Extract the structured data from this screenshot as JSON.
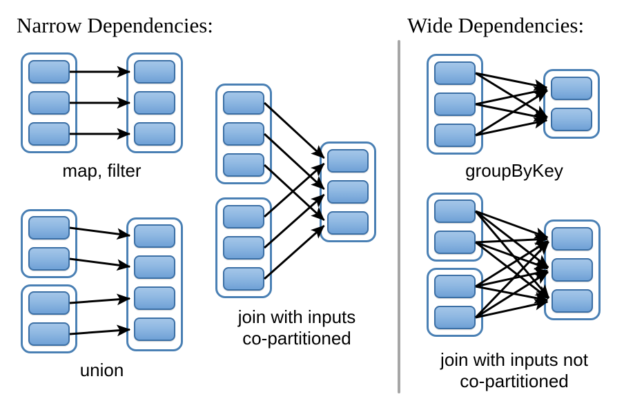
{
  "figure": {
    "title_left": "Narrow Dependencies:",
    "title_right": "Wide Dependencies:",
    "divider_color": "#a6a6a6",
    "block_fill_top": "#a4c6e8",
    "block_fill_bottom": "#6fa1d6",
    "block_border": "#3b6fa5",
    "container_border": "#4a80b4",
    "arrow_color": "#000000",
    "background": "#ffffff"
  },
  "panels": [
    {
      "id": "map-filter",
      "caption": "map, filter",
      "side": "narrow",
      "source_partitions": [
        3
      ],
      "target_partitions": [
        3
      ],
      "arrows": 3,
      "arrow_pattern": "one-to-one"
    },
    {
      "id": "union",
      "caption": "union",
      "side": "narrow",
      "source_partitions": [
        2,
        2
      ],
      "target_partitions": [
        4
      ],
      "arrows": 4,
      "arrow_pattern": "one-to-one"
    },
    {
      "id": "join-co-partitioned",
      "caption": "join with inputs\nco-partitioned",
      "side": "narrow",
      "source_partitions": [
        3,
        3
      ],
      "target_partitions": [
        3
      ],
      "arrows": 6,
      "arrow_pattern": "paired"
    },
    {
      "id": "group-by-key",
      "caption": "groupByKey",
      "side": "wide",
      "source_partitions": [
        3
      ],
      "target_partitions": [
        2
      ],
      "arrows": 6,
      "arrow_pattern": "all-to-all"
    },
    {
      "id": "join-not-co-partitioned",
      "caption": "join with inputs not\nco-partitioned",
      "side": "wide",
      "source_partitions": [
        2,
        2
      ],
      "target_partitions": [
        3
      ],
      "arrows": 12,
      "arrow_pattern": "all-to-all"
    }
  ],
  "captions": {
    "map_filter": "map, filter",
    "union": "union",
    "join_co": "join with inputs\nco-partitioned",
    "group_by_key": "groupByKey",
    "join_not_co": "join with inputs not\nco-partitioned"
  }
}
